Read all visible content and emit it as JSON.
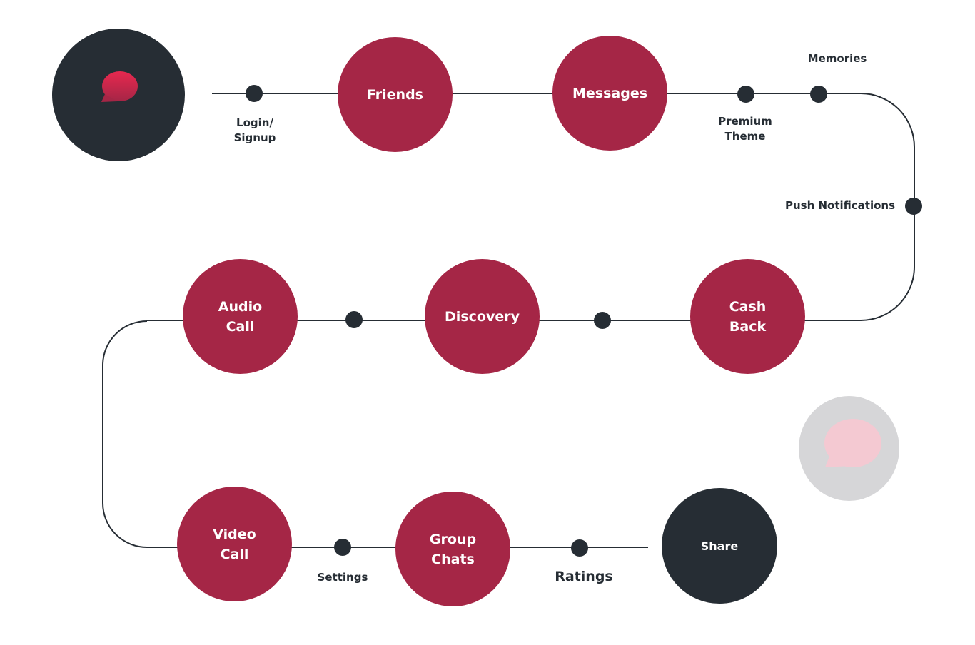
{
  "colors": {
    "accent": "#a52646",
    "dark": "#262d34",
    "line": "#262d34",
    "logo_bubble": "#e8284f",
    "ghost_circle": "#d6d6d8",
    "ghost_bubble": "#f4c9d2"
  },
  "icons": {
    "logo": "chat-bubble-icon",
    "ghost": "chat-bubble-icon"
  },
  "nodes": {
    "friends": "Friends",
    "messages": "Messages",
    "cash_back": "Cash\nBack",
    "discovery": "Discovery",
    "audio_call": "Audio\nCall",
    "video_call": "Video\nCall",
    "group_chats": "Group\nChats",
    "share": "Share"
  },
  "milestones": {
    "login_signup": "Login/\nSignup",
    "premium_theme": "Premium\nTheme",
    "memories": "Memories",
    "push_notifications": "Push Notifications",
    "settings": "Settings",
    "ratings": "Ratings"
  }
}
